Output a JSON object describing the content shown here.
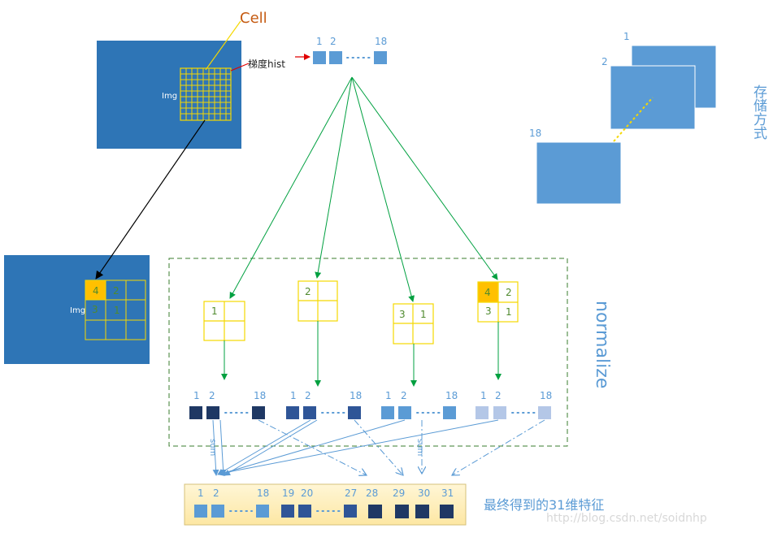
{
  "diagram": {
    "cell_label": "Cell",
    "hist_label": "梯度hist",
    "img_label": "Img",
    "storage_label": "存储方式",
    "normalize_label": "normalize",
    "sum_label": "sum",
    "final_label": "最终得到的31维特征",
    "watermark": "http://blog.csdn.net/soidnhp",
    "bins_first": "1",
    "bins_second": "2",
    "bins_last": "18",
    "dots": "· · · ·",
    "stack_labels": [
      "1",
      "2",
      "18"
    ],
    "bottom_grid_cells": [
      "4",
      "2",
      "3",
      "1"
    ],
    "block_1": [
      "1"
    ],
    "block_2": [
      "2"
    ],
    "block_3": [
      "3",
      "1"
    ],
    "block_4": [
      "4",
      "2",
      "3",
      "1"
    ],
    "final_labels": [
      "1",
      "2",
      "18",
      "19",
      "20",
      "27",
      "28",
      "29",
      "30",
      "31"
    ],
    "colors": {
      "img_blue": "#2e75b6",
      "light_blue": "#5b9bd5",
      "dark_navy": "#1f3864",
      "mid_blue": "#2f5597",
      "pale_blue": "#b4c7e7",
      "yellow": "#f5d800",
      "orange_fill": "#ffc000",
      "green_arrow": "#00a040",
      "cell_text": "#c55a11"
    }
  }
}
